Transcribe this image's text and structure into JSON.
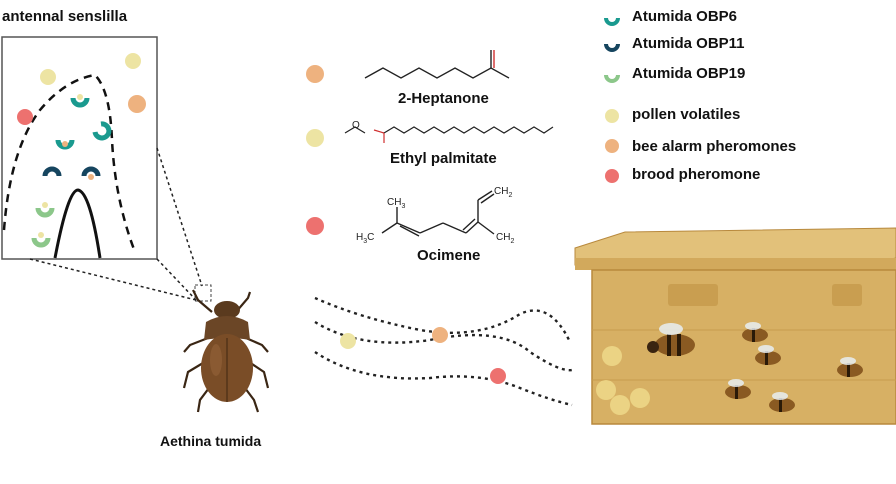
{
  "sensilla_title": "antennal senslilla",
  "legend": [
    {
      "label": "Atumida OBP6",
      "kind": "obp",
      "color": "#1a9a8f"
    },
    {
      "label": "Atumida OBP11",
      "kind": "obp",
      "color": "#16455f"
    },
    {
      "label": "Atumida OBP19",
      "kind": "obp",
      "color": "#8cc78a"
    },
    {
      "label": "pollen volatiles",
      "kind": "dot",
      "color": "#ede4a3"
    },
    {
      "label": "bee  alarm pheromones",
      "kind": "dot",
      "color": "#eeb27f"
    },
    {
      "label": "brood pheromone",
      "kind": "dot",
      "color": "#ed716f"
    }
  ],
  "molecules": [
    {
      "name": "2-Heptanone",
      "dot_color": "#eeb27f"
    },
    {
      "name": "Ethyl palmitate",
      "dot_color": "#ede4a3"
    },
    {
      "name": "Ocimene",
      "dot_color": "#ed716f"
    }
  ],
  "ocimene_groups": {
    "ch2_top": "CH",
    "ch2_right": "CH",
    "ch3_upper": "CH",
    "ch3_left": "H",
    "sub2": "2",
    "sub3": "3",
    "c_after": "C"
  },
  "ester_o": "O",
  "species_label": "Aethina tumida",
  "colors": {
    "teal": "#1a9a8f",
    "navy": "#16455f",
    "green": "#8cc78a",
    "yellow": "#ede4a3",
    "orange": "#eeb27f",
    "red": "#ed716f",
    "wood": "#d7b064",
    "wood_dark": "#b8893d"
  }
}
